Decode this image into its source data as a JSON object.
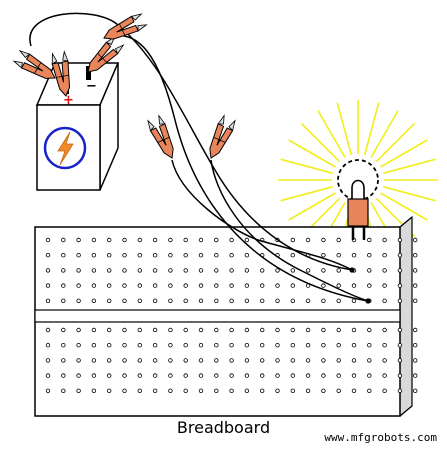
{
  "caption": "Breadboard",
  "watermark": "www.mfgrobots.com",
  "battery": {
    "positive_symbol": "+",
    "negative_symbol": "−"
  },
  "breadboard": {
    "columns": 25,
    "rows_per_block": 5
  },
  "colors": {
    "clip": "#e8855a",
    "clip_jaw": "#cccccc",
    "light_rays": "#f2ee1a",
    "lamp_base": "#e8855a",
    "bolt": "#f08a2a",
    "bolt_ring": "#1a23c8",
    "positive": "#e01010",
    "stroke": "#000000",
    "board_shadow": "#d9d9d9"
  }
}
